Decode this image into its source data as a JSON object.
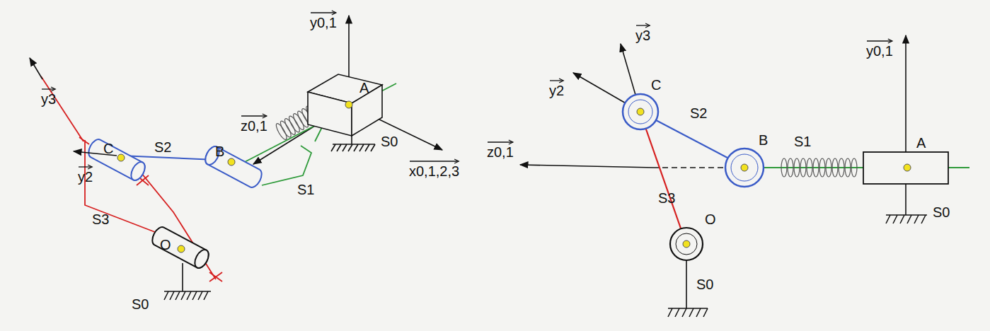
{
  "diagram": {
    "labels": [
      "y0,1",
      "A",
      "z0,1",
      "S0",
      "x0,1,2,3",
      "S1",
      "B",
      "S2",
      "C",
      "y2",
      "y3",
      "S3",
      "O",
      "S0",
      "y3",
      "C",
      "y2",
      "S2",
      "B",
      "S1",
      "A",
      "y0,1",
      "z0,1",
      "S3",
      "O",
      "S0",
      "S0"
    ]
  }
}
